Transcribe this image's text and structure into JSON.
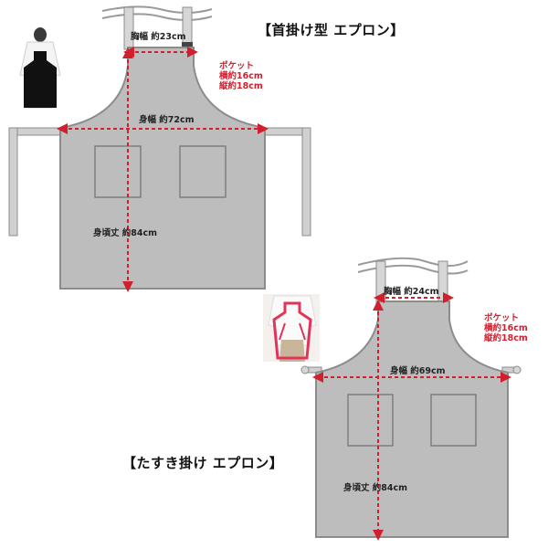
{
  "colors": {
    "body_fill": "#bdbdbd",
    "outline": "#8c8c8c",
    "pocket_line": "#6f6f6f",
    "measure": "#d0202e",
    "label": "#222222",
    "pocket_note": "#d0202e"
  },
  "top_apron": {
    "title": "【首掛け型 エプロン】",
    "chest_width": "胸幅 約23cm",
    "body_width": "身幅 約72cm",
    "body_length": "身頃丈 約84cm",
    "pocket_lines": [
      "ポケット",
      "横約16cm",
      "縦約18cm"
    ],
    "photo": "neck-style-apron-model-photo"
  },
  "bottom_apron": {
    "title": "【たすき掛け エプロン】",
    "chest_width": "胸幅 約24cm",
    "body_width": "身幅 約69cm",
    "body_length": "身頃丈 約84cm",
    "pocket_lines": [
      "ポケット",
      "横約16cm",
      "縦約18cm"
    ],
    "photo": "cross-back-apron-model-photo"
  }
}
